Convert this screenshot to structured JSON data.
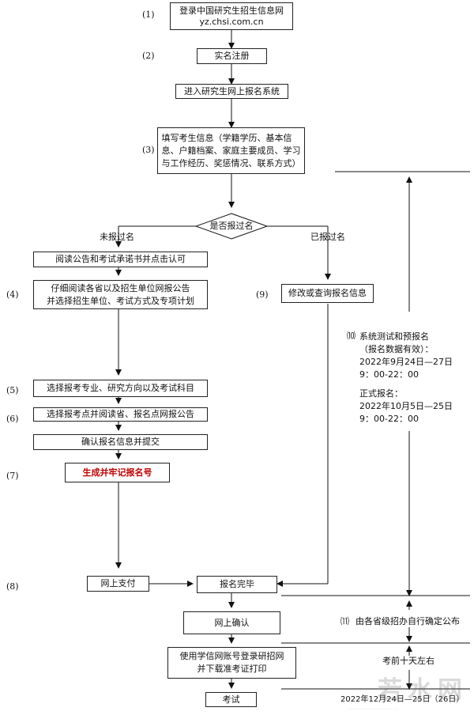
{
  "diagram": {
    "steps": {
      "s1": "(1)",
      "s2": "(2)",
      "s3": "(3)",
      "s4": "(4)",
      "s5": "(5)",
      "s6": "(6)",
      "s7": "(7)",
      "s8": "(8)",
      "s9": "(9)",
      "s10": "⑽",
      "s11": "⑾"
    },
    "nodes": {
      "login": "登录中国研究生招生信息网\nyz.chsi.com.cn",
      "real_name": "实名注册",
      "enter_system": "进入研究生网上报名系统",
      "fill_info": "填写考生信息（学籍学历、基本信\n息、户籍档案、家庭主要成员、学习\n与工作经历、奖惩情况、联系方式）",
      "decision": "是否报过名",
      "not_registered": "未报过名",
      "registered": "已报过名",
      "read_notice": "阅读公告和考试承诺书并点击认可",
      "read_unit_notice": "仔细阅读各省以及招生单位网报公告\n并选择招生单位、考试方式及专项计划",
      "select_major": "选择报考专业、研究方向以及考试科目",
      "select_exam_site": "选择报考点并阅读省、报名点网报公告",
      "confirm_submit": "确认报名信息并提交",
      "generate_number": "生成并牢记报名号",
      "modify_query": "修改或查询报名信息",
      "online_payment": "网上支付",
      "registration_done": "报名完毕",
      "online_confirmation": "网上确认",
      "download_ticket": "使用学信网账号登录研招网\n并下载准考证打印",
      "exam": "考试"
    },
    "notes": {
      "schedule_1": "系统测试和预报名\n（报名数据有效）：\n2022年9月24日—27日\n9：00-22：00",
      "schedule_2": "正式报名：\n2022年10月5日—25日\n9：00-22：00",
      "provincial_notice": "由各省级招办自行确定公布",
      "ten_days_before": "考前十天左右",
      "exam_date": "2022年12月24日—25日（26日）"
    },
    "watermark": "若水网"
  }
}
